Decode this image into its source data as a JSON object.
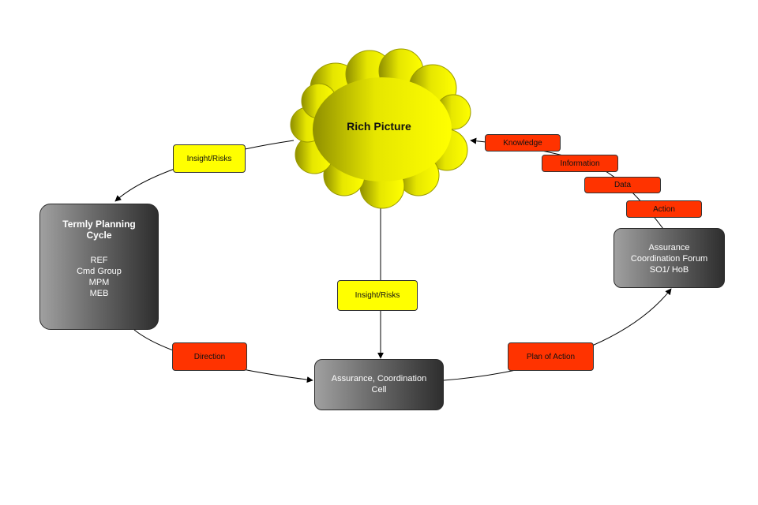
{
  "colors": {
    "cloud": "#f2f200",
    "yellow_tag": "#ffff00",
    "red_tag": "#ff3300",
    "node_dark": "#2e2e2e"
  },
  "cloud": {
    "title": "Rich Picture"
  },
  "planning": {
    "title_line1": "Termly Planning",
    "title_line2": "Cycle",
    "items": [
      "REF",
      "Cmd Group",
      "MPM",
      "MEB"
    ]
  },
  "cell": {
    "line1": "Assurance, Coordination",
    "line2": "Cell"
  },
  "forum": {
    "line1": "Assurance",
    "line2": "Coordination Forum",
    "line3": "SO1/ HoB"
  },
  "labels": {
    "insight_left": "Insight/Risks",
    "insight_center": "Insight/Risks",
    "direction": "Direction",
    "plan": "Plan of Action",
    "knowledge": "Knowledge",
    "information": "Information",
    "data": "Data",
    "action": "Action"
  }
}
